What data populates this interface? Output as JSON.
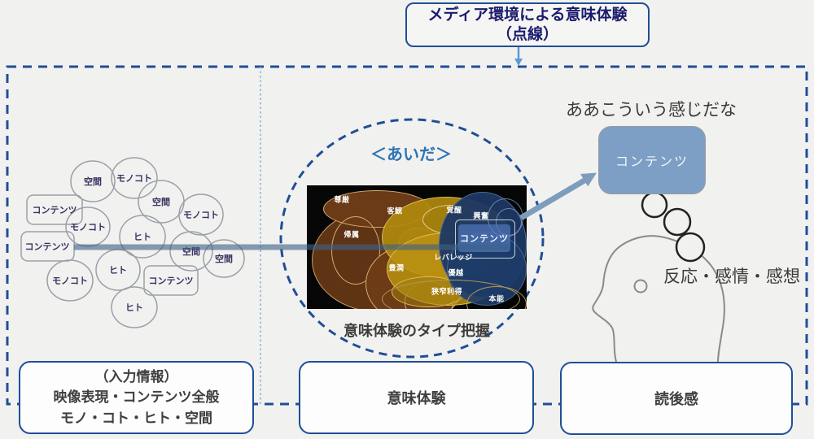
{
  "colors": {
    "background": "#f1f1ef",
    "dash_navy": "#1f4e96",
    "divider_blue": "#85aede",
    "title_navy": "#1c1c6e",
    "steel_arrow": "#7e9dbd",
    "down_arrow_blue": "#5b9bd5",
    "content_box_fill": "#7d9fc5",
    "cluster_text": "#3b3163",
    "aida_blue": "#2e74b5",
    "body_text": "#3f3f3f"
  },
  "top_callout": {
    "line1": "メディア環境による意味体験",
    "line2": "（点線）"
  },
  "cluster": {
    "items": [
      {
        "label": "空間"
      },
      {
        "label": "モノコト"
      },
      {
        "label": "空間"
      },
      {
        "label": "モノコト"
      },
      {
        "label": "コンテンツ"
      },
      {
        "label": "モノコト"
      },
      {
        "label": "ヒト"
      },
      {
        "label": "コンテンツ"
      },
      {
        "label": "空間"
      },
      {
        "label": "空間"
      },
      {
        "label": "ヒト"
      },
      {
        "label": "モノコト"
      },
      {
        "label": "コンテンツ"
      },
      {
        "label": "ヒト"
      }
    ]
  },
  "aida": {
    "title": "＜あいだ＞",
    "caption": "意味体験のタイプ把握",
    "map_labels": [
      "尊厳",
      "客観",
      "覚醒",
      "帰属",
      "興奮",
      "コンテンツ",
      "レバレッジ",
      "豊潤",
      "優越",
      "狭窄利得",
      "本能"
    ]
  },
  "right": {
    "thought": "ああこういう感じだな",
    "content_label": "コンテンツ",
    "reaction": "反応・感情・感想"
  },
  "bottom_boxes": {
    "input": {
      "line1": "（入力情報）",
      "line2": "映像表現・コンテンツ全般",
      "line3": "モノ・コト・ヒト・空間"
    },
    "middle": {
      "label": "意味体験"
    },
    "right": {
      "label": "読後感"
    }
  }
}
